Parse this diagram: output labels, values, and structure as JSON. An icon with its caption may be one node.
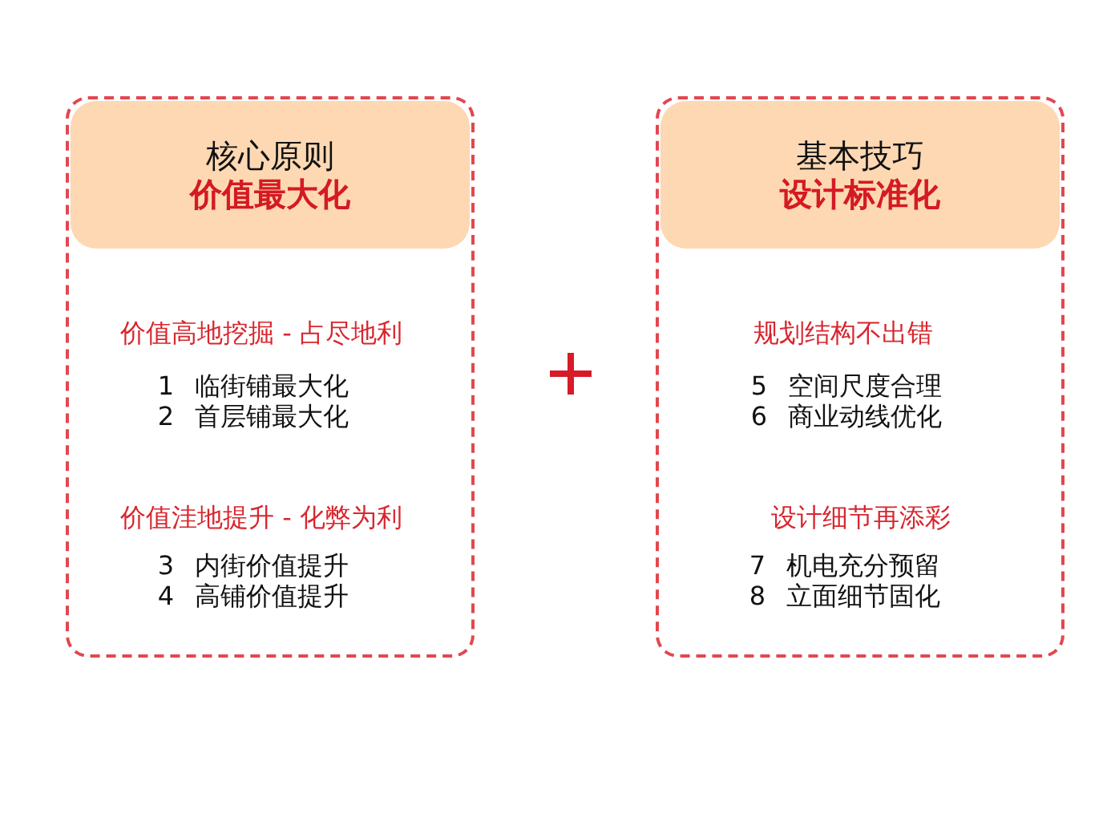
{
  "diagram": {
    "nodes": [
      {
        "text": [
          "价值高地挖掘 - 占尽地利",
          "1 临街铺最大化",
          "2 首层铺最大化",
          "价值洼地提升 - 化弊为利",
          "3 内街价值提升",
          "4 高铺价值提升"
        ]
      },
      {
        "text": [
          "核心原则",
          "价值最大化"
        ],
        "in": 0
      },
      {
        "text": [
          "规划结构不出错",
          "5 空间尺度合理",
          "6 商业动线优化",
          "设计细节再添彩",
          "7 机电充分预留",
          "8 立面细节固化"
        ]
      },
      {
        "text": [
          "基本技巧",
          "设计标准化"
        ],
        "in": 2
      }
    ]
  }
}
